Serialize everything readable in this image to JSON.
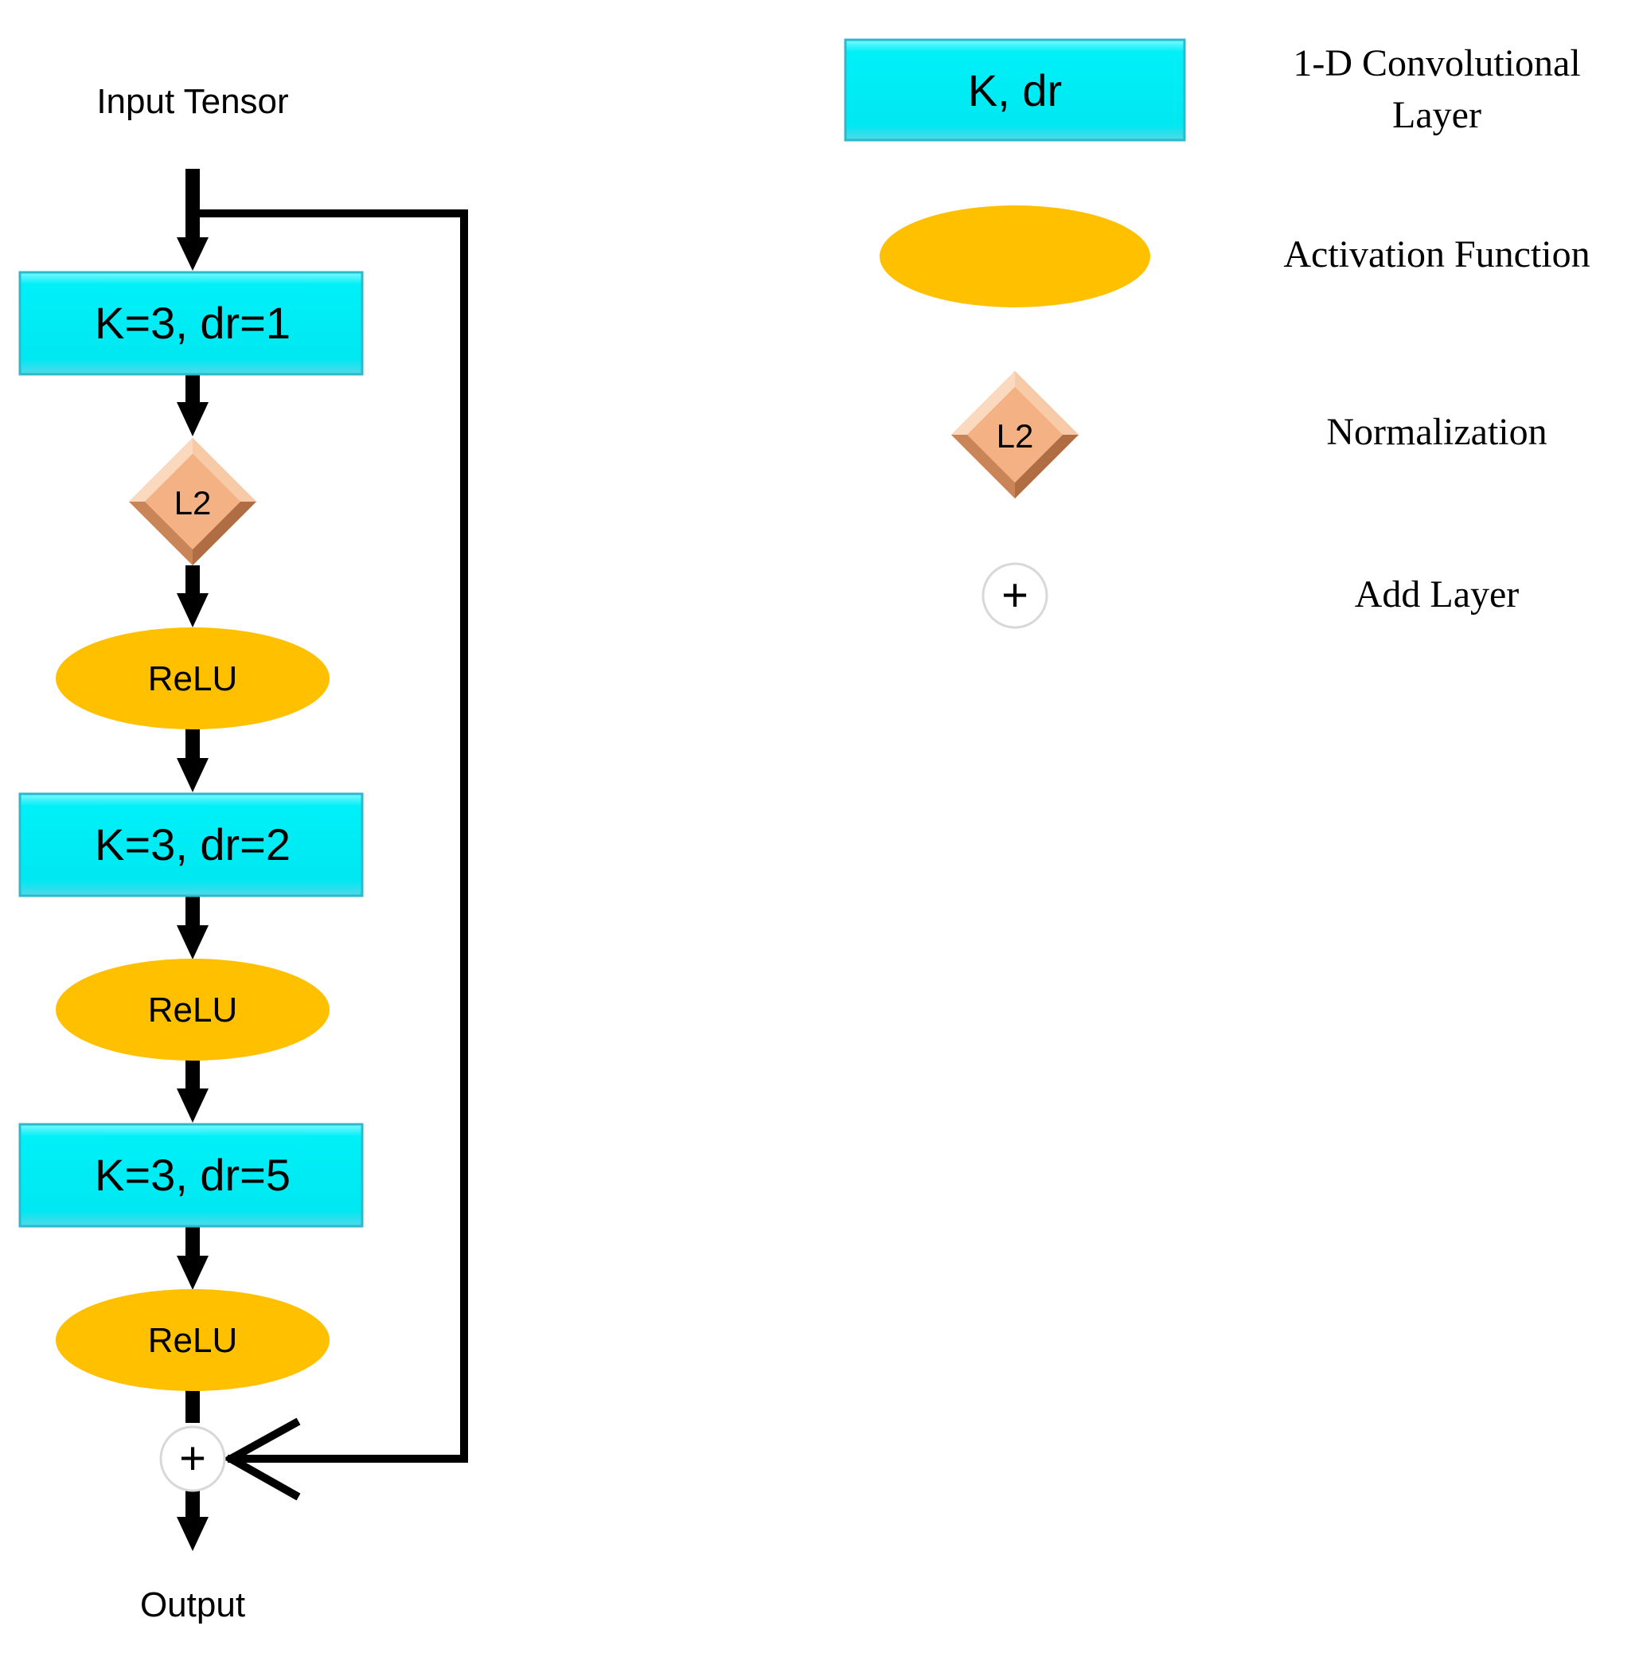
{
  "flow": {
    "input_label": "Input Tensor",
    "output_label": "Output",
    "conv1": "K=3, dr=1",
    "norm": "L2",
    "relu1": "ReLU",
    "conv2": "K=3, dr=2",
    "relu2": "ReLU",
    "conv3": "K=3, dr=5",
    "relu3": "ReLU",
    "add": "+"
  },
  "legend": {
    "conv_symbol": "K, dr",
    "conv_label_line1": "1-D Convolutional",
    "conv_label_line2": "Layer",
    "activation_label": "Activation Function",
    "norm_symbol": "L2",
    "norm_label": "Normalization",
    "add_symbol": "+",
    "add_label": "Add Layer"
  },
  "colors": {
    "conv_fill": "#00F0F0",
    "activation_fill": "#FFC000",
    "norm_fill": "#F4B183",
    "arrow": "#000000"
  }
}
